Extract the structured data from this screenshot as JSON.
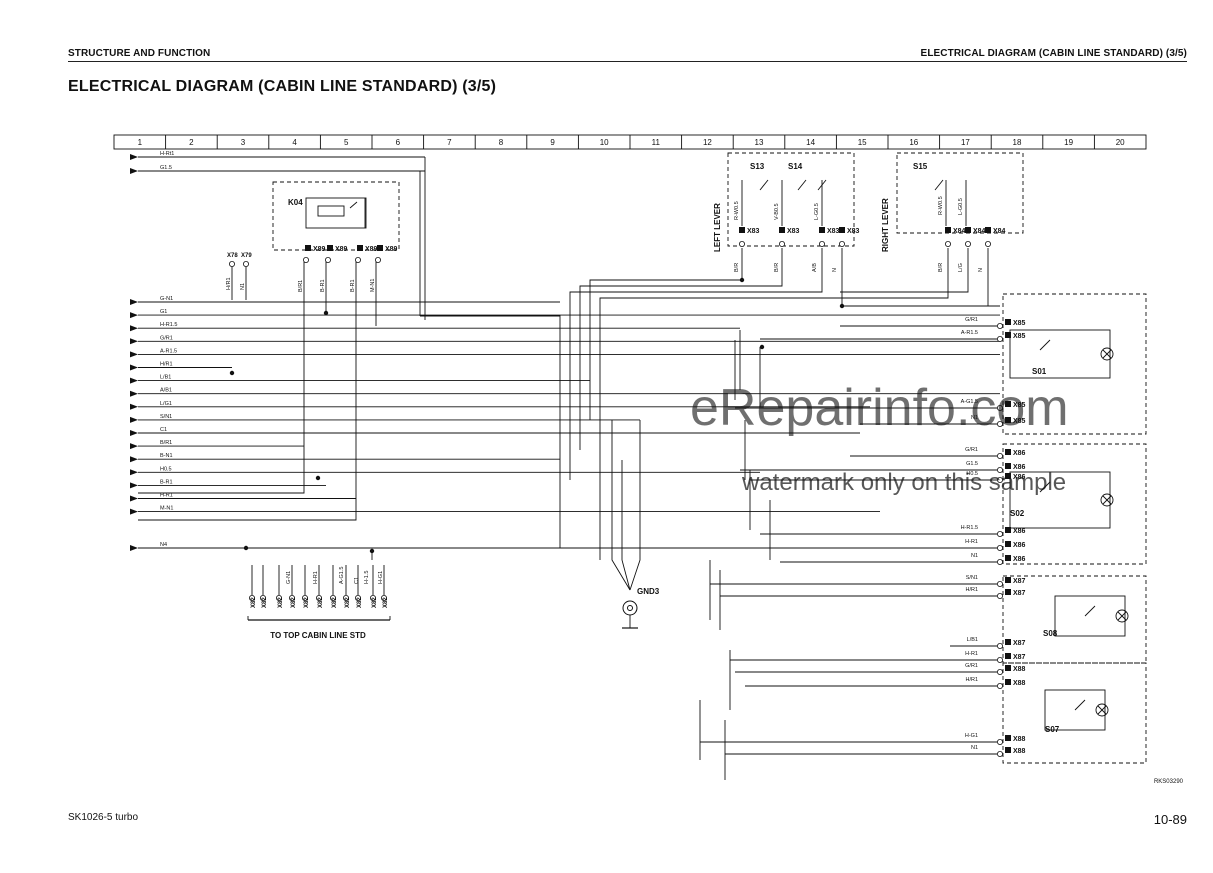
{
  "header": {
    "section": "STRUCTURE AND FUNCTION",
    "running_title": "ELECTRICAL DIAGRAM (CABIN LINE STANDARD) (3/5)"
  },
  "title": "ELECTRICAL DIAGRAM (CABIN LINE STANDARD) (3/5)",
  "grid_columns": [
    "1",
    "2",
    "3",
    "4",
    "5",
    "6",
    "7",
    "8",
    "9",
    "10",
    "11",
    "12",
    "13",
    "14",
    "15",
    "16",
    "17",
    "18",
    "19",
    "20"
  ],
  "left_wires_top": [
    "H-Rt1",
    "G1.5"
  ],
  "left_wires": [
    "G-N1",
    "G1",
    "H-R1.5",
    "G/R1",
    "A-R1.5",
    "H/R1",
    "L/B1",
    "A/B1",
    "L/G1",
    "S/N1",
    "C1",
    "B/R1",
    "B-N1",
    "H0.5",
    "B-R1",
    "H-R1",
    "M-N1",
    "N4"
  ],
  "relay": {
    "id": "K04",
    "connector": "X89",
    "wires": [
      "B/R1",
      "B-R1",
      "B-R1",
      "M-N1"
    ]
  },
  "splices": {
    "labels": [
      "X78",
      "X79"
    ],
    "wires": [
      "H/R1",
      "N1"
    ]
  },
  "left_lever": {
    "label": "LEFT LEVER",
    "switches": [
      "S13",
      "S14"
    ],
    "switch_wires": [
      "R-W0.5",
      "V-B0.5",
      "L-G0.5"
    ],
    "connector": "X83",
    "out_wires": [
      "B/R",
      "B/R",
      "A/B",
      "N"
    ]
  },
  "right_lever": {
    "label": "RIGHT LEVER",
    "switches": [
      "S15"
    ],
    "switch_wires": [
      "R-W0.5",
      "L-G0.5"
    ],
    "connector": "X84",
    "out_wires": [
      "B/R",
      "L/G",
      "N"
    ]
  },
  "bottom_connector": {
    "label": "TO TOP CABIN LINE STD",
    "connector": "X82",
    "wires": [
      "G-N1",
      "H-R1",
      "A-G1.5",
      "C1",
      "H-1.5",
      "H-G1"
    ]
  },
  "ground": {
    "label": "GND3"
  },
  "modules": [
    {
      "id": "S01",
      "connectors": [
        "X85",
        "X85",
        "X85",
        "X85"
      ],
      "wires": [
        "G/R1",
        "A-R1.5",
        "A-G1.5",
        "N1"
      ]
    },
    {
      "id": "S02",
      "connectors": [
        "X86",
        "X86",
        "X86",
        "X86",
        "X86",
        "X86"
      ],
      "wires": [
        "G/R1",
        "G1.5",
        "H0.5",
        "H-R1.5",
        "H-R1",
        "N1"
      ]
    },
    {
      "id": "S08",
      "connectors": [
        "X87",
        "X87",
        "X87",
        "X87"
      ],
      "wires": [
        "S/N1",
        "H/R1",
        "L/B1",
        "H-R1"
      ]
    },
    {
      "id": "S07",
      "connectors": [
        "X88",
        "X88",
        "X88",
        "X88"
      ],
      "wires": [
        "G/R1",
        "H/R1",
        "H-G1",
        "N1"
      ]
    }
  ],
  "watermark": {
    "line1": "eRepairinfo.com",
    "line2": "watermark only on this sample"
  },
  "figure_code": "RKS03290",
  "footer": {
    "model": "SK1026-5 turbo",
    "page": "10-89"
  }
}
